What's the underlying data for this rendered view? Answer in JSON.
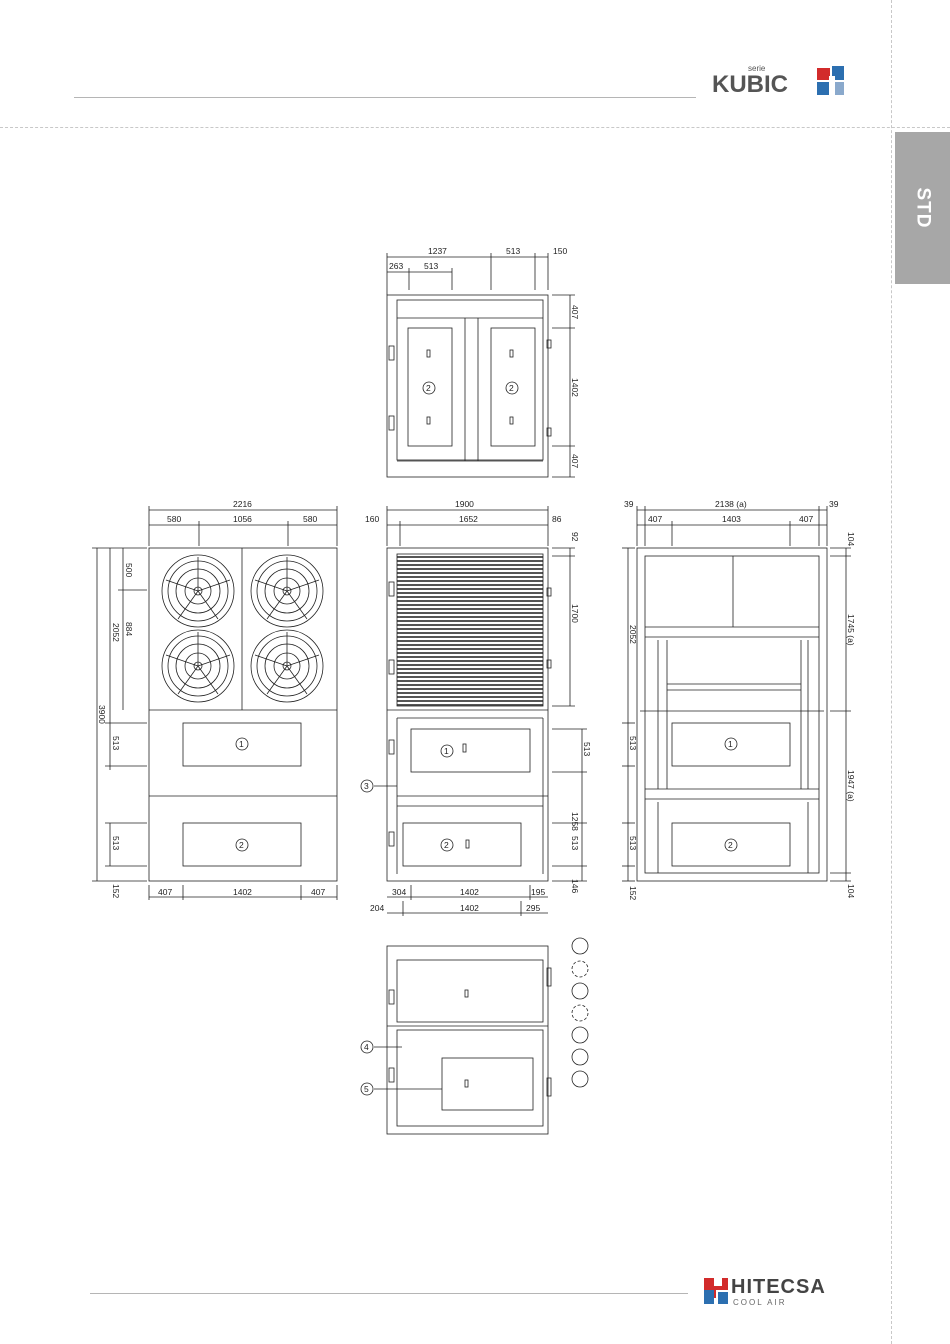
{
  "header": {
    "serie": "serie",
    "brand": "KUBIC"
  },
  "tab": {
    "label": "STD"
  },
  "footer": {
    "company": "HITECSA",
    "tagline": "COOL AIR"
  },
  "views": {
    "top": {
      "dims": [
        "1237",
        "513",
        "150",
        "263",
        "513",
        "407",
        "1402",
        "407"
      ],
      "labels": [
        "2",
        "2"
      ]
    },
    "front": {
      "dims": [
        "2216",
        "580",
        "1056",
        "580",
        "500",
        "884",
        "2052",
        "3900",
        "513",
        "513",
        "152",
        "407",
        "1402",
        "407"
      ],
      "labels": [
        "1",
        "2"
      ]
    },
    "side": {
      "dims": [
        "1900",
        "160",
        "1652",
        "86",
        "92",
        "1700",
        "513",
        "1258",
        "513",
        "146",
        "304",
        "1402",
        "195",
        "204",
        "1402",
        "295"
      ],
      "labels": [
        "1",
        "2",
        "3"
      ]
    },
    "back": {
      "dims": [
        "2138 (a)",
        "39",
        "39",
        "407",
        "1403",
        "407",
        "104",
        "1745 (a)",
        "2052",
        "1947 (a)",
        "513",
        "513",
        "152",
        "104"
      ],
      "labels": [
        "1",
        "2"
      ]
    },
    "bottom": {
      "labels": [
        "4",
        "5"
      ]
    }
  },
  "legend_symbols": [
    "solid",
    "dashed",
    "solid",
    "dashed",
    "solid",
    "solid",
    "solid"
  ]
}
